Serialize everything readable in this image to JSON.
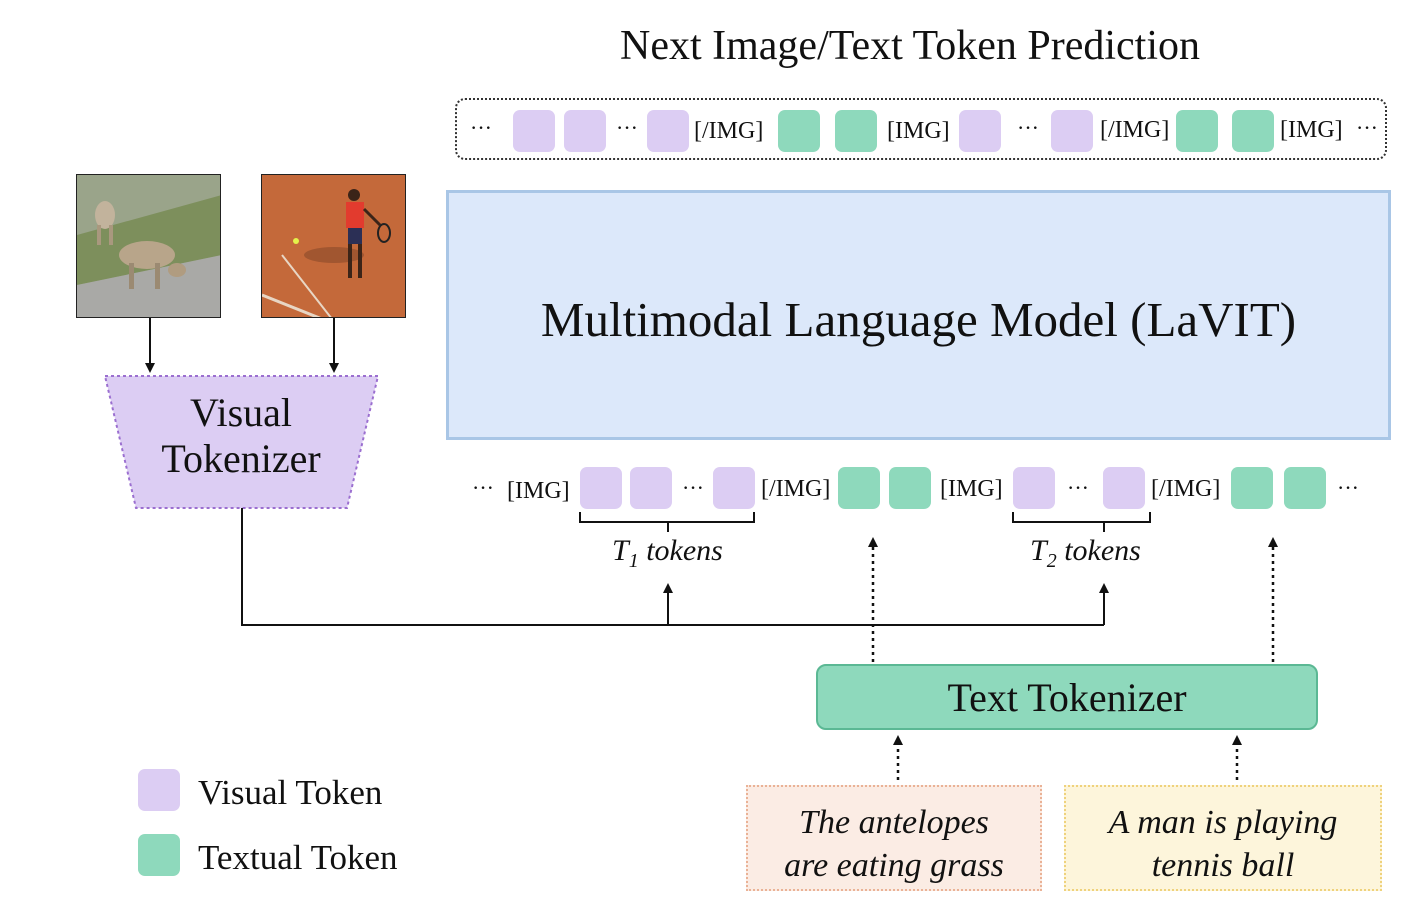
{
  "title": "Next Image/Text Token Prediction",
  "model_label": "Multimodal Language Model (LaVIT)",
  "visual_tokenizer": {
    "line1": "Visual",
    "line2": "Tokenizer"
  },
  "text_tokenizer": "Text Tokenizer",
  "tokens": {
    "img_open": "[IMG]",
    "img_close": "[/IMG]",
    "ellipsis": "···"
  },
  "t1": {
    "var": "T",
    "sub": "1",
    "word": "tokens"
  },
  "t2": {
    "var": "T",
    "sub": "2",
    "word": "tokens"
  },
  "captions": {
    "first_line1": "The antelopes",
    "first_line2": "are eating grass",
    "second_line1": "A man is playing",
    "second_line2": "tennis ball"
  },
  "legend": {
    "visual": "Visual Token",
    "textual": "Textual Token"
  },
  "colors": {
    "visual_token": "#dccdf3",
    "textual_token": "#8ed9bc",
    "model_fill": "#dce8fa"
  }
}
